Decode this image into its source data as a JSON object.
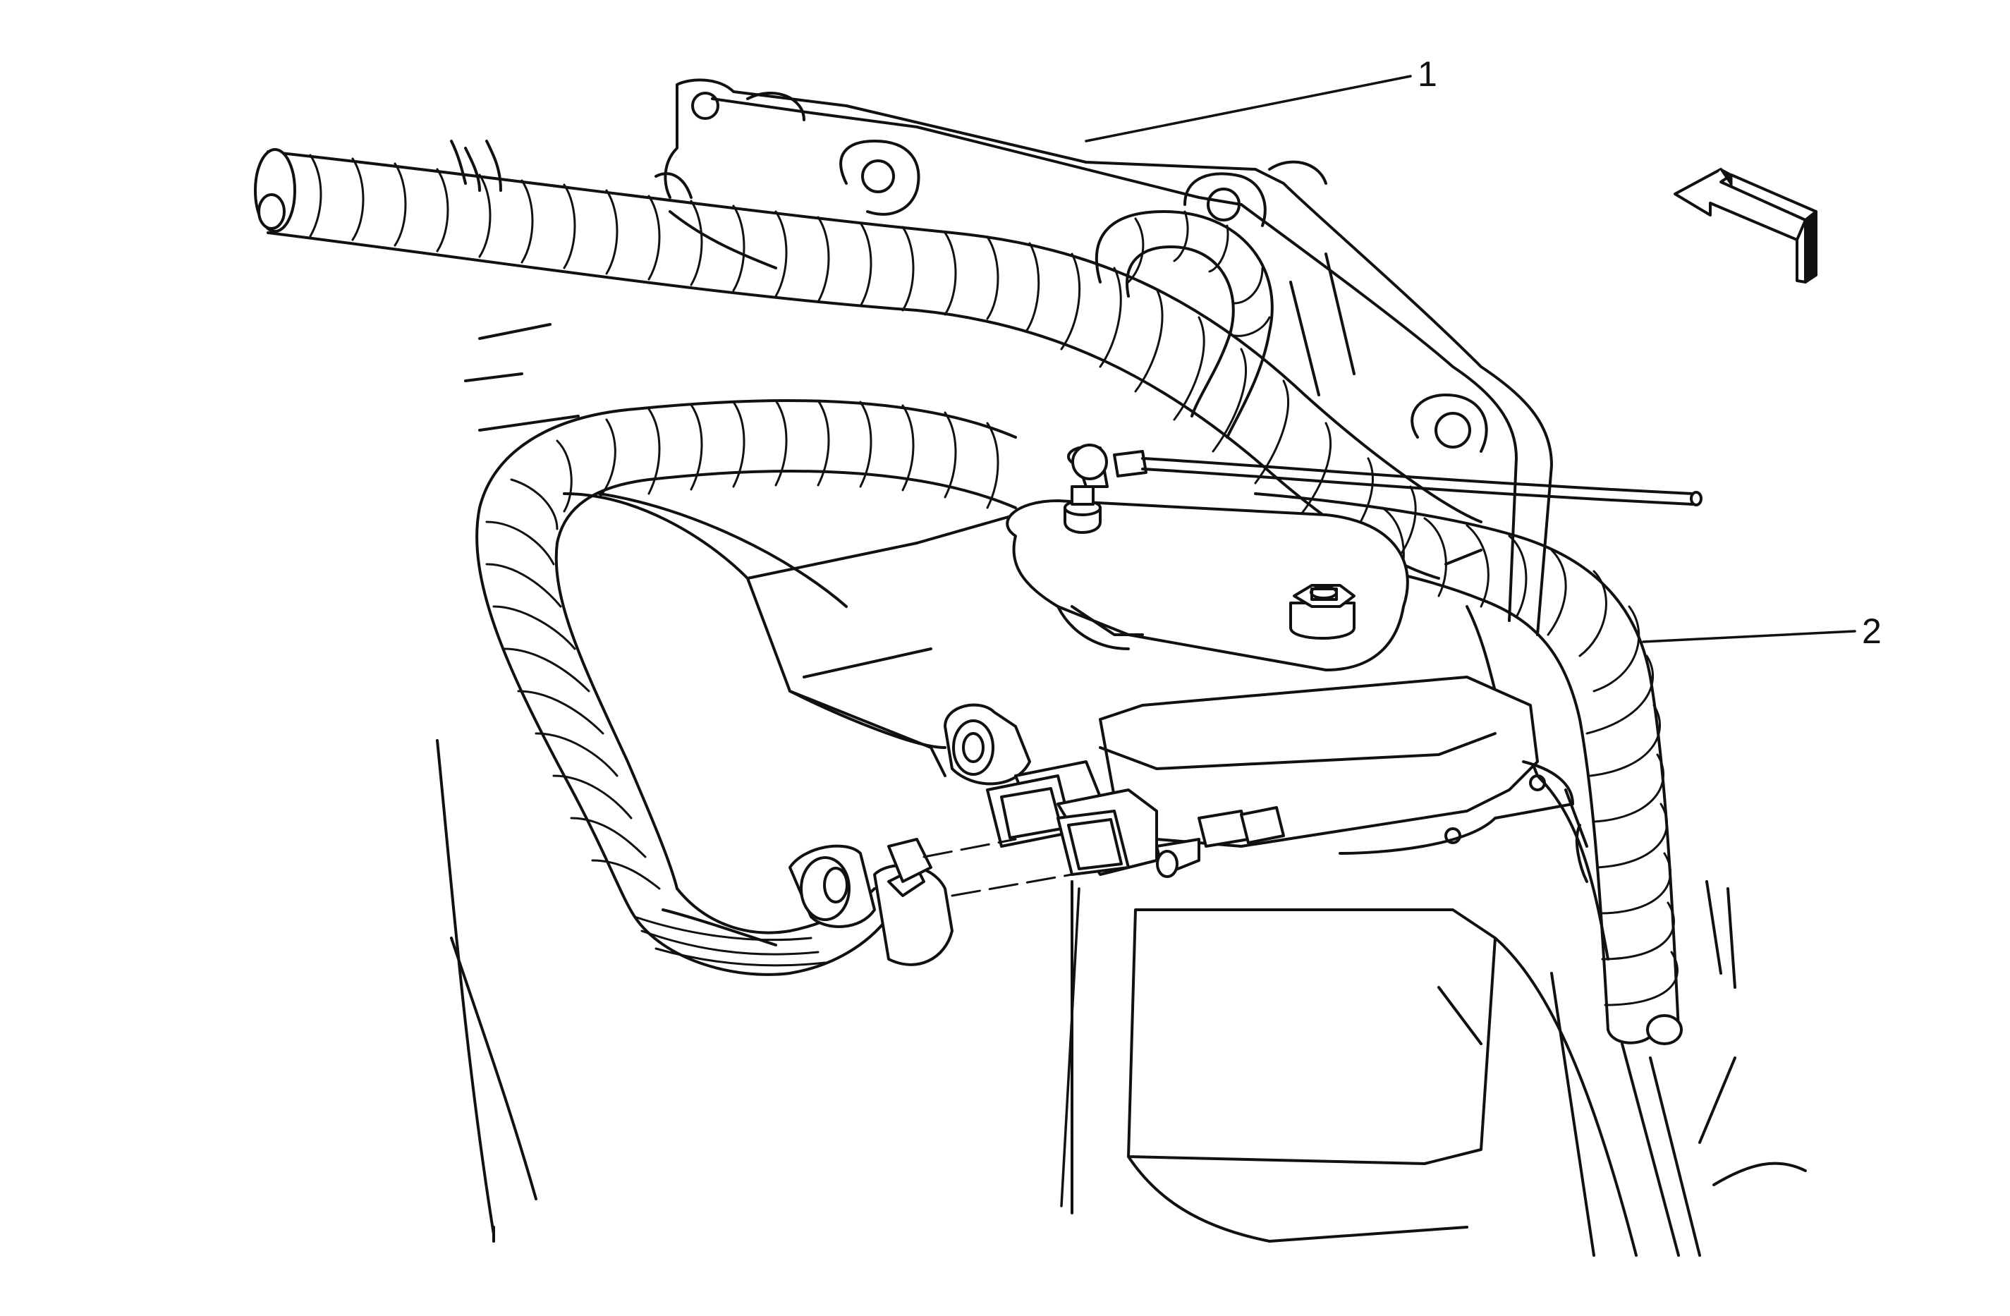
{
  "callouts": [
    {
      "id": "1",
      "label": "1"
    },
    {
      "id": "2",
      "label": "2"
    }
  ],
  "icons": {
    "view_direction": "view-direction-arrow-icon"
  },
  "colors": {
    "ink": "#111111",
    "background": "#ffffff"
  }
}
